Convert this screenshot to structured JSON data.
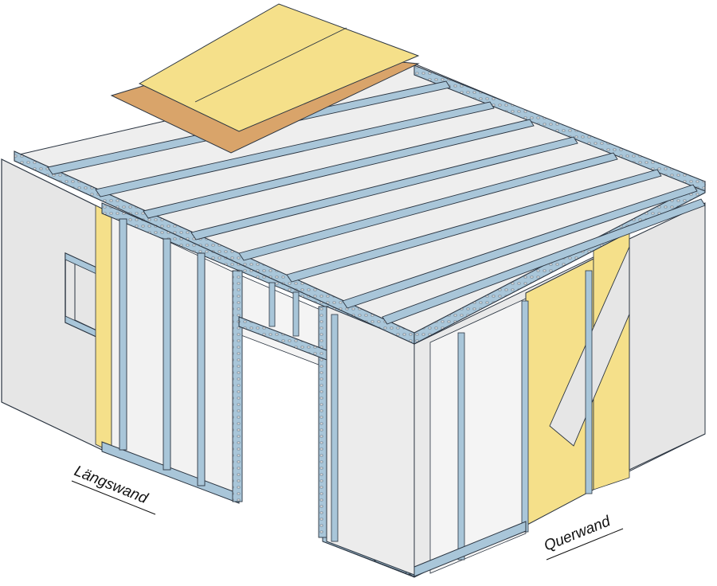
{
  "labels": {
    "laengswand": "Längswand",
    "querwand": "Querwand"
  },
  "colors": {
    "gypsum_board": "#e6e6e6",
    "steel_profile": "#a9c6d9",
    "steel_outline": "#2a3440",
    "insulation": "#f5e08a",
    "osb_board": "#d9a46a",
    "background": "#ffffff"
  },
  "drawing": {
    "type": "isometric-construction-diagram",
    "subject": "steel-frame-room"
  }
}
